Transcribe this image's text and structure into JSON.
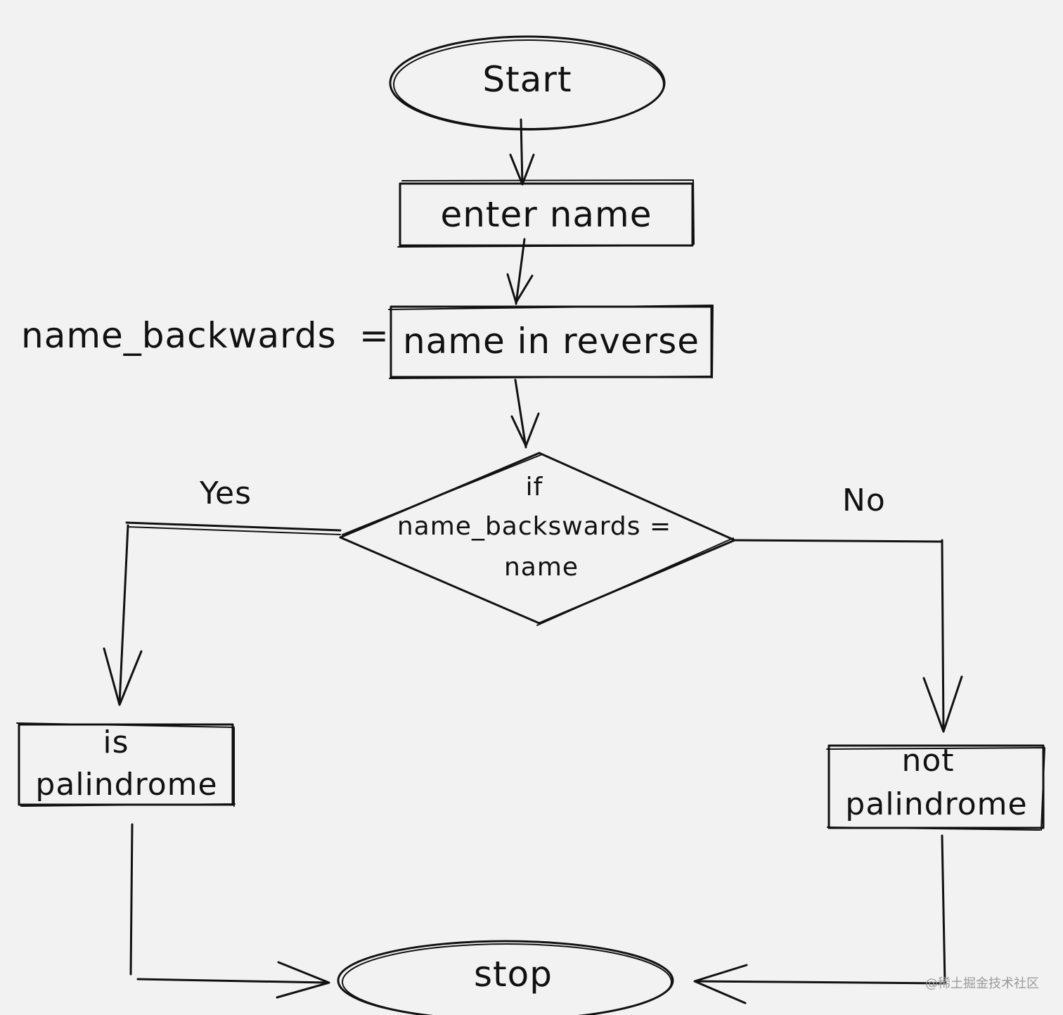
{
  "nodes": {
    "start": "Start",
    "enter": "enter name",
    "assign_var": "name_backwards",
    "assign_eq": "=",
    "reverse": "name in reverse",
    "decision_line1": "if",
    "decision_line2": "name_backswards =",
    "decision_line3": "name",
    "yes_box_line1": "is",
    "yes_box_line2": "palindrome",
    "no_box_line1": "not",
    "no_box_line2": "palindrome",
    "stop": "stop"
  },
  "edges": {
    "yes_label": "Yes",
    "no_label": "No"
  },
  "watermark": "@稀土掘金技术社区",
  "colors": {
    "background": "#f2f2f2",
    "stroke": "#111111",
    "watermark": "#9a9a9a"
  }
}
